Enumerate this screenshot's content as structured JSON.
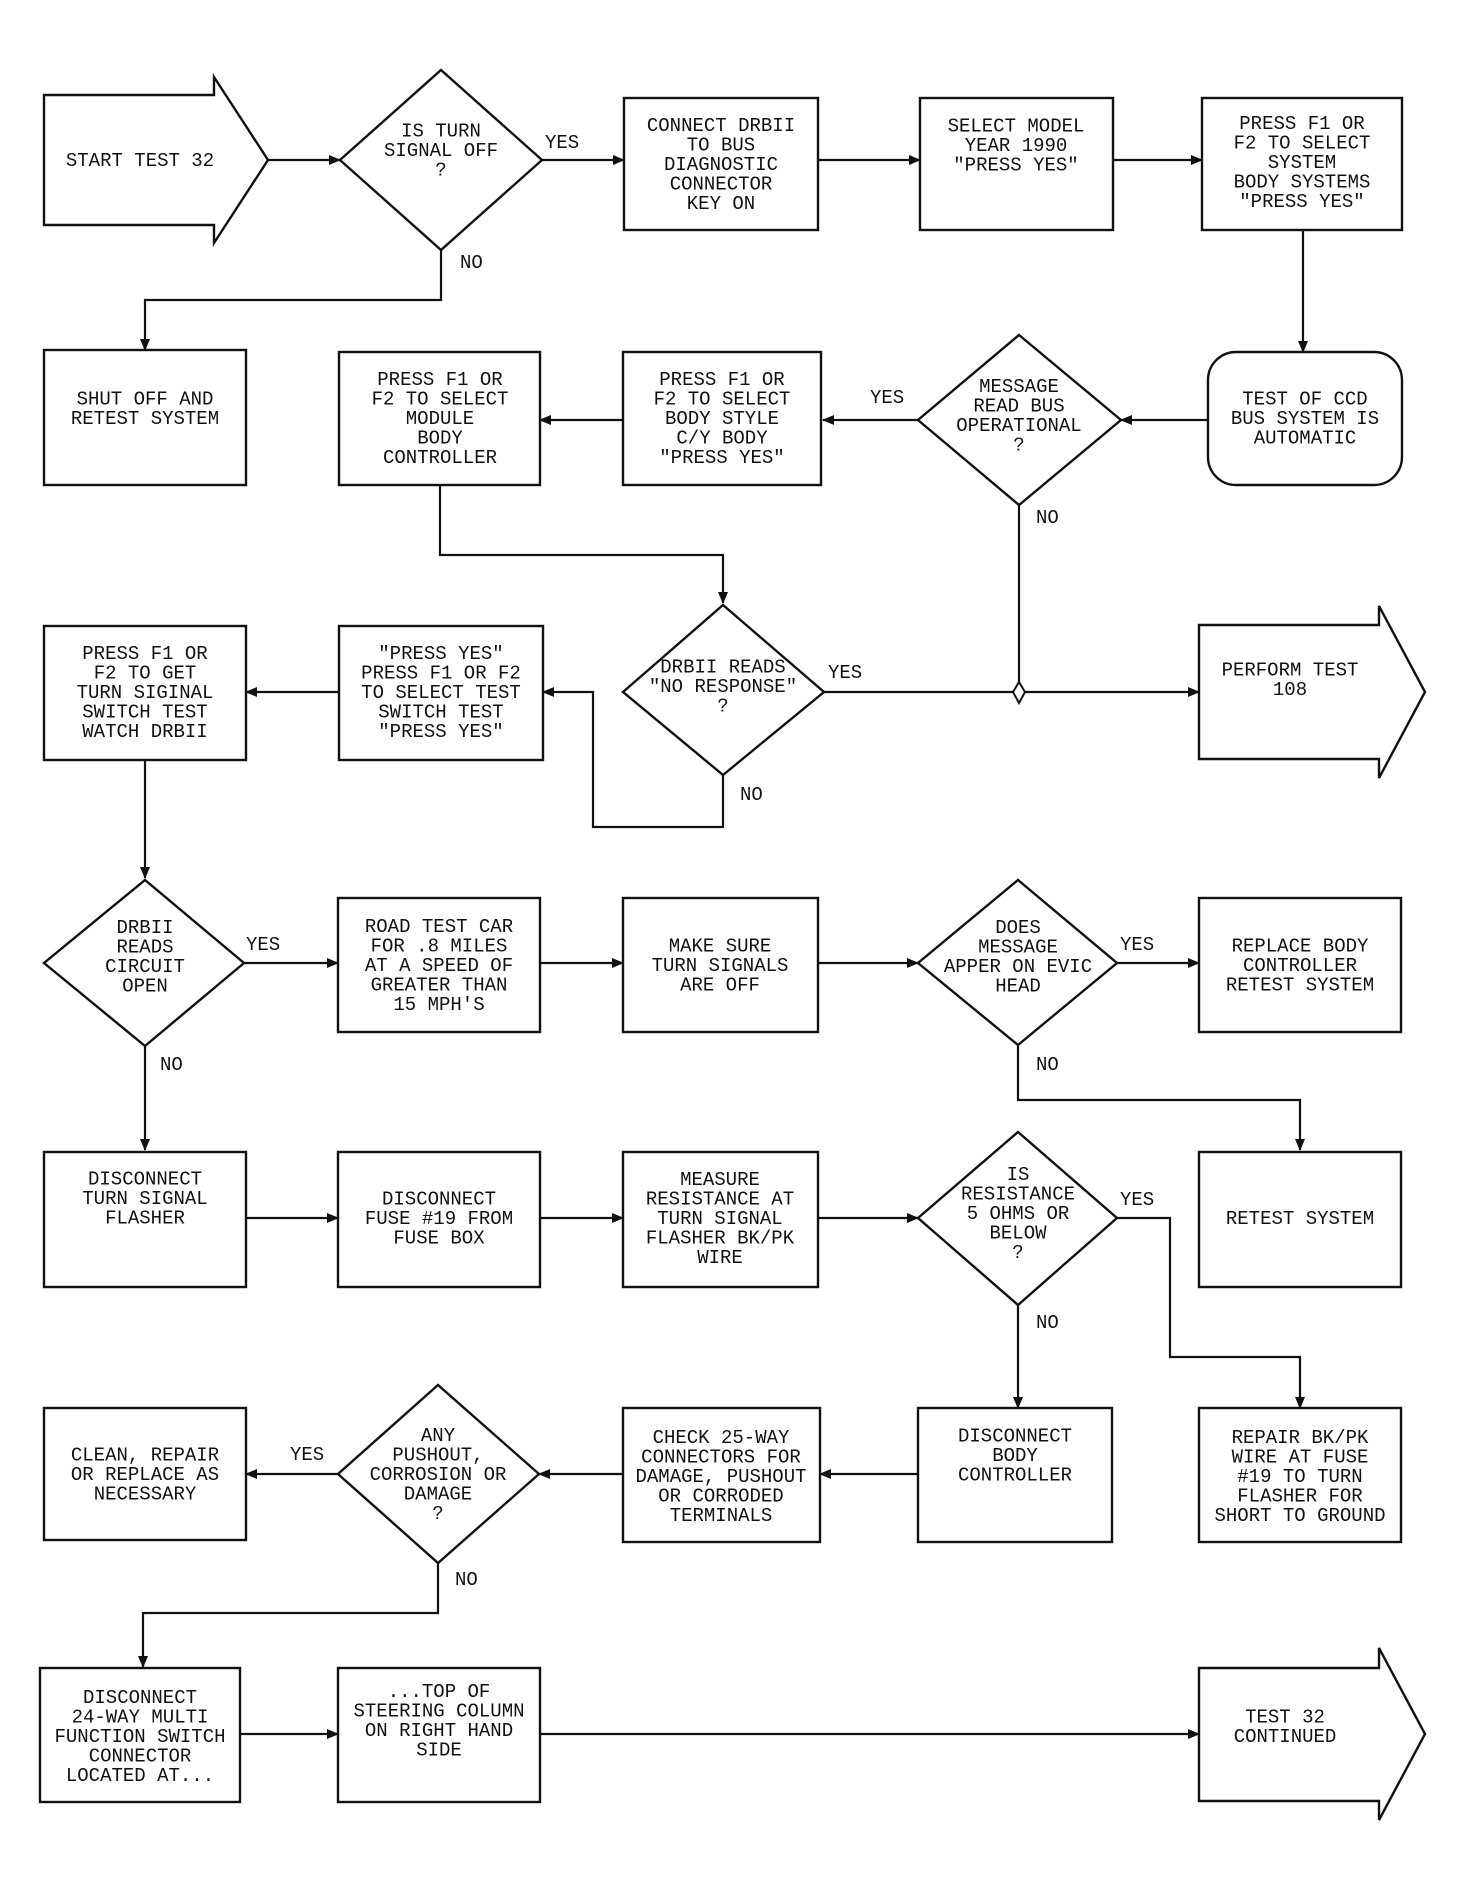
{
  "nodes": {
    "start": {
      "lines": [
        "START TEST 32"
      ]
    },
    "d_turn_off": {
      "lines": [
        "IS TURN",
        "SIGNAL OFF",
        "?"
      ]
    },
    "connect": {
      "lines": [
        "CONNECT DRBII",
        "TO BUS",
        "DIAGNOSTIC",
        "CONNECTOR",
        "KEY ON"
      ]
    },
    "select_year": {
      "lines": [
        "SELECT MODEL",
        "YEAR 1990",
        "\"PRESS YES\""
      ]
    },
    "press_system": {
      "lines": [
        "PRESS F1 OR",
        "F2 TO SELECT",
        "SYSTEM",
        "BODY SYSTEMS",
        "\"PRESS YES\""
      ]
    },
    "shut_off": {
      "lines": [
        "SHUT OFF AND",
        "RETEST SYSTEM"
      ]
    },
    "press_module": {
      "lines": [
        "PRESS F1 OR",
        "F2 TO SELECT",
        "MODULE",
        "BODY",
        "CONTROLLER"
      ]
    },
    "press_style": {
      "lines": [
        "PRESS F1 OR",
        "F2 TO SELECT",
        "BODY STYLE",
        "C/Y BODY",
        "\"PRESS YES\""
      ]
    },
    "d_msg_bus": {
      "lines": [
        "MESSAGE",
        "READ BUS",
        "OPERATIONAL",
        "?"
      ]
    },
    "ccd_test": {
      "lines": [
        "TEST OF CCD",
        "BUS SYSTEM IS",
        "AUTOMATIC"
      ]
    },
    "press_turn_test": {
      "lines": [
        "PRESS F1 OR",
        "F2 TO GET",
        "TURN SIGINAL",
        "SWITCH TEST",
        "WATCH DRBII"
      ]
    },
    "press_switch": {
      "lines": [
        "\"PRESS YES\"",
        "PRESS F1 OR F2",
        "TO SELECT TEST",
        "SWITCH TEST",
        "\"PRESS YES\""
      ]
    },
    "d_no_response": {
      "lines": [
        "DRBII READS",
        "\"NO RESPONSE\"",
        "?"
      ]
    },
    "perform108": {
      "lines": [
        "PERFORM TEST",
        "108"
      ]
    },
    "d_circuit_open": {
      "lines": [
        "DRBII",
        "READS",
        "CIRCUIT",
        "OPEN"
      ]
    },
    "road_test": {
      "lines": [
        "ROAD TEST CAR",
        "FOR .8 MILES",
        "AT A SPEED OF",
        "GREATER THAN",
        "15 MPH'S"
      ]
    },
    "make_sure": {
      "lines": [
        "MAKE SURE",
        "TURN SIGNALS",
        "ARE OFF"
      ]
    },
    "d_evic": {
      "lines": [
        "DOES",
        "MESSAGE",
        "APPER ON EVIC",
        "HEAD"
      ]
    },
    "replace_body": {
      "lines": [
        "REPLACE BODY",
        "CONTROLLER",
        "RETEST SYSTEM"
      ]
    },
    "disc_flasher": {
      "lines": [
        "DISCONNECT",
        "TURN SIGNAL",
        "FLASHER"
      ]
    },
    "disc_fuse": {
      "lines": [
        "DISCONNECT",
        "FUSE #19 FROM",
        "FUSE BOX"
      ]
    },
    "measure": {
      "lines": [
        "MEASURE",
        "RESISTANCE AT",
        "TURN SIGNAL",
        "FLASHER BK/PK",
        "WIRE"
      ]
    },
    "d_resistance": {
      "lines": [
        "IS",
        "RESISTANCE",
        "5 OHMS OR",
        "BELOW",
        "?"
      ]
    },
    "retest": {
      "lines": [
        "RETEST SYSTEM"
      ]
    },
    "clean": {
      "lines": [
        "CLEAN, REPAIR",
        "OR REPLACE AS",
        "NECESSARY"
      ]
    },
    "d_pushout": {
      "lines": [
        "ANY",
        "PUSHOUT,",
        "CORROSION OR",
        "DAMAGE",
        "?"
      ]
    },
    "check25": {
      "lines": [
        "CHECK 25-WAY",
        "CONNECTORS FOR",
        "DAMAGE, PUSHOUT",
        "OR CORRODED",
        "TERMINALS"
      ]
    },
    "disc_body": {
      "lines": [
        "DISCONNECT",
        "BODY",
        "CONTROLLER"
      ]
    },
    "repair_wire": {
      "lines": [
        "REPAIR BK/PK",
        "WIRE AT FUSE",
        "#19 TO TURN",
        "FLASHER FOR",
        "SHORT TO GROUND"
      ]
    },
    "disc24": {
      "lines": [
        "DISCONNECT",
        "24-WAY MULTI",
        "FUNCTION SWITCH",
        "CONNECTOR",
        "LOCATED AT..."
      ]
    },
    "top_column": {
      "lines": [
        "...TOP OF",
        "STEERING COLUMN",
        "ON RIGHT HAND",
        "SIDE"
      ]
    },
    "test32cont": {
      "lines": [
        "TEST 32",
        "CONTINUED"
      ]
    }
  },
  "edge_labels": {
    "yes": "YES",
    "no": "NO"
  }
}
